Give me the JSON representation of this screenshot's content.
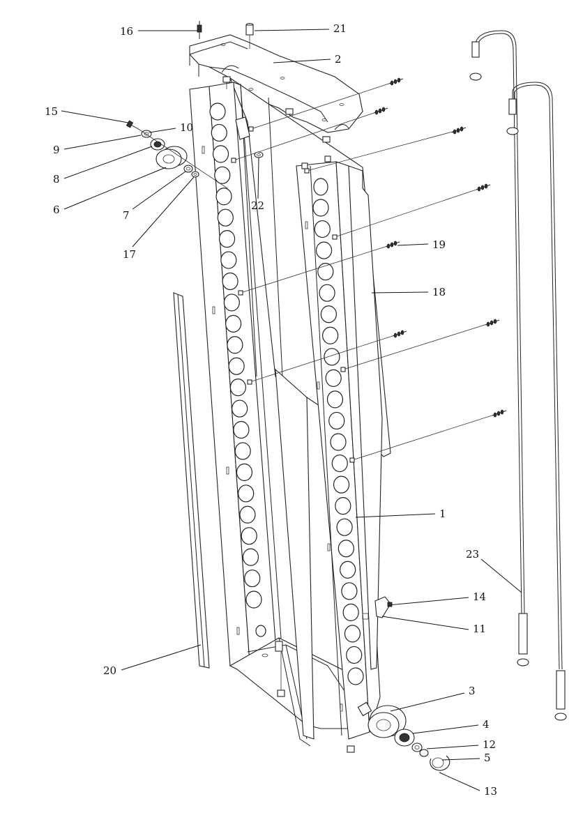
{
  "diagram": {
    "callouts": [
      {
        "id": "c16",
        "label": "16"
      },
      {
        "id": "c21",
        "label": "21"
      },
      {
        "id": "c2",
        "label": "2"
      },
      {
        "id": "c15",
        "label": "15"
      },
      {
        "id": "c10",
        "label": "10"
      },
      {
        "id": "c9",
        "label": "9"
      },
      {
        "id": "c8",
        "label": "8"
      },
      {
        "id": "c6",
        "label": "6"
      },
      {
        "id": "c7",
        "label": "7"
      },
      {
        "id": "c22",
        "label": "22"
      },
      {
        "id": "c17",
        "label": "17"
      },
      {
        "id": "c19",
        "label": "19"
      },
      {
        "id": "c18",
        "label": "18"
      },
      {
        "id": "c1",
        "label": "1"
      },
      {
        "id": "c23",
        "label": "23"
      },
      {
        "id": "c14",
        "label": "14"
      },
      {
        "id": "c11",
        "label": "11"
      },
      {
        "id": "c20",
        "label": "20"
      },
      {
        "id": "c3",
        "label": "3"
      },
      {
        "id": "c4",
        "label": "4"
      },
      {
        "id": "c12",
        "label": "12"
      },
      {
        "id": "c5",
        "label": "5"
      },
      {
        "id": "c13",
        "label": "13"
      }
    ]
  }
}
